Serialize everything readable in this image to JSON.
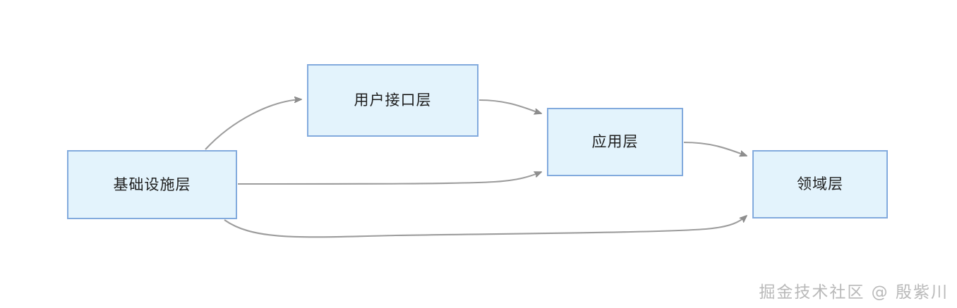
{
  "diagram": {
    "type": "layered-architecture-flow",
    "background_color": "#ffffff",
    "node_fill_color": "#e3f3fc",
    "node_border_color": "#82aadd",
    "edge_color": "#9c9c9c",
    "arrowhead_color": "#8f8f8f",
    "label_color": "#1d1d1d",
    "nodes": [
      {
        "id": "infrastructure",
        "label": "基础设施层"
      },
      {
        "id": "ui",
        "label": "用户接口层"
      },
      {
        "id": "application",
        "label": "应用层"
      },
      {
        "id": "domain",
        "label": "领域层"
      }
    ],
    "edges": [
      {
        "id": "infra-to-ui",
        "from": "基础设施层",
        "to": "用户接口层",
        "style": "curved",
        "arrow": "single"
      },
      {
        "id": "ui-to-app",
        "from": "用户接口层",
        "to": "应用层",
        "style": "curved",
        "arrow": "single"
      },
      {
        "id": "infra-to-app",
        "from": "基础设施层",
        "to": "应用层",
        "style": "curved",
        "arrow": "single"
      },
      {
        "id": "app-to-domain",
        "from": "应用层",
        "to": "领域层",
        "style": "curved",
        "arrow": "single"
      },
      {
        "id": "infra-to-domain",
        "from": "基础设施层",
        "to": "领域层",
        "style": "curved",
        "arrow": "single"
      }
    ]
  },
  "watermark": {
    "text": "掘金技术社区 @ 殷紫川",
    "color": "#b9b9b9"
  }
}
